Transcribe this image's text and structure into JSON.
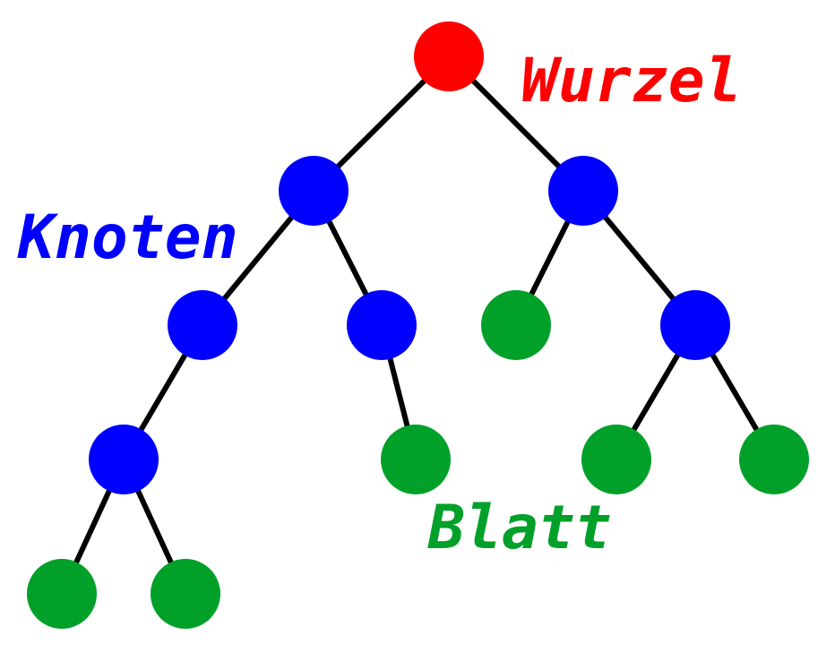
{
  "labels": {
    "root": "Wurzel",
    "node": "Knoten",
    "leaf": "Blatt"
  },
  "colors": {
    "root": "#ff0000",
    "node": "#0000ff",
    "leaf": "#00a029",
    "edge": "#000000"
  },
  "tree": {
    "nodes": [
      {
        "id": "root",
        "kind": "root"
      },
      {
        "id": "a",
        "kind": "node"
      },
      {
        "id": "b",
        "kind": "node"
      },
      {
        "id": "a1",
        "kind": "node"
      },
      {
        "id": "a2",
        "kind": "node"
      },
      {
        "id": "b1",
        "kind": "leaf"
      },
      {
        "id": "b2",
        "kind": "node"
      },
      {
        "id": "a11",
        "kind": "node"
      },
      {
        "id": "a21",
        "kind": "leaf"
      },
      {
        "id": "b21",
        "kind": "leaf"
      },
      {
        "id": "b22",
        "kind": "leaf"
      },
      {
        "id": "a111",
        "kind": "leaf"
      },
      {
        "id": "a112",
        "kind": "leaf"
      }
    ],
    "edges": [
      [
        "root",
        "a"
      ],
      [
        "root",
        "b"
      ],
      [
        "a",
        "a1"
      ],
      [
        "a",
        "a2"
      ],
      [
        "b",
        "b1"
      ],
      [
        "b",
        "b2"
      ],
      [
        "a1",
        "a11"
      ],
      [
        "a2",
        "a21"
      ],
      [
        "b2",
        "b21"
      ],
      [
        "b2",
        "b22"
      ],
      [
        "a11",
        "a111"
      ],
      [
        "a11",
        "a112"
      ]
    ]
  }
}
